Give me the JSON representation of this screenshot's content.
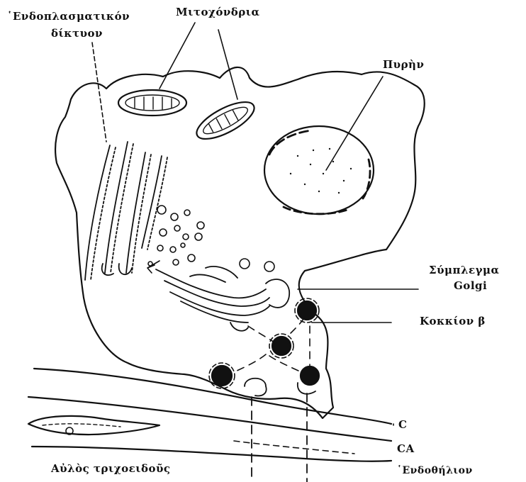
{
  "labels": {
    "er_line1": "῾Ενδοπλασματικόν",
    "er_line2": "δίκτυον",
    "mitochondria": "Μιτοχόνδρια",
    "nucleus": "Πυρὴν",
    "golgi_line1": "Σύμπλεγμα",
    "golgi_line2": "Golgi",
    "beta_granule": "Κοκκίον β",
    "c": "C",
    "ca": "CA",
    "capillary": "Αὐλὸς τριχοειδοῦς",
    "endothelium": "῾Ενδοθήλιον"
  },
  "colors": {
    "ink": "#111111",
    "paper": "#ffffff"
  }
}
